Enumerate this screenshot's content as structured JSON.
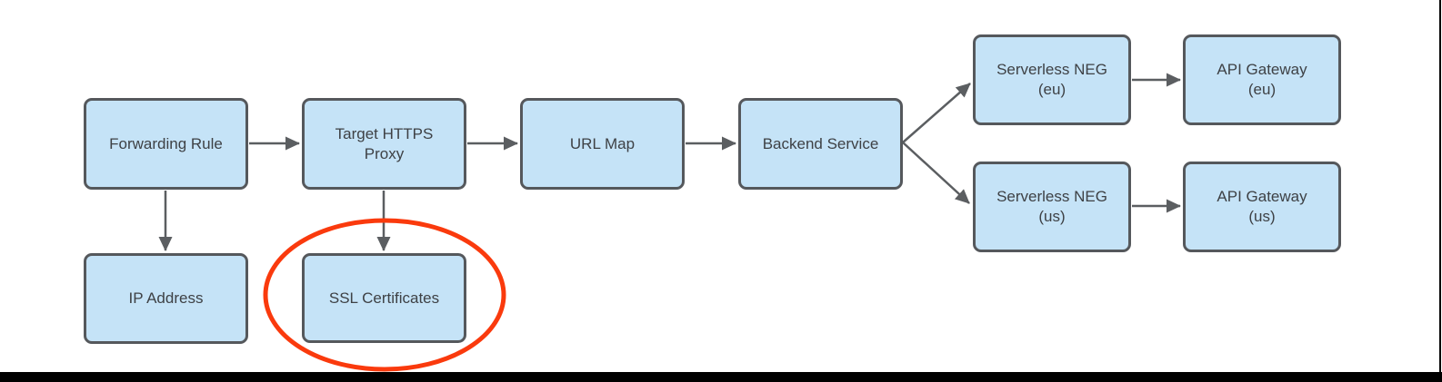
{
  "diagram": {
    "nodes": {
      "forwarding_rule": {
        "label": "Forwarding Rule",
        "lines": [
          "Forwarding Rule"
        ]
      },
      "target_https_proxy": {
        "label": "Target HTTPS Proxy",
        "lines": [
          "Target HTTPS",
          "Proxy"
        ]
      },
      "url_map": {
        "label": "URL Map",
        "lines": [
          "URL Map"
        ]
      },
      "backend_service": {
        "label": "Backend Service",
        "lines": [
          "Backend Service"
        ]
      },
      "serverless_neg_eu": {
        "label": "Serverless NEG (eu)",
        "lines": [
          "Serverless NEG",
          "(eu)"
        ]
      },
      "api_gateway_eu": {
        "label": "API Gateway (eu)",
        "lines": [
          "API Gateway",
          "(eu)"
        ]
      },
      "serverless_neg_us": {
        "label": "Serverless NEG (us)",
        "lines": [
          "Serverless NEG",
          "(us)"
        ]
      },
      "api_gateway_us": {
        "label": "API Gateway (us)",
        "lines": [
          "API Gateway",
          "(us)"
        ]
      },
      "ip_address": {
        "label": "IP Address",
        "lines": [
          "IP Address"
        ]
      },
      "ssl_certificates": {
        "label": "SSL Certificates",
        "lines": [
          "SSL Certificates"
        ]
      }
    },
    "edges": [
      {
        "from": "Forwarding Rule",
        "to": "Target HTTPS Proxy"
      },
      {
        "from": "Target HTTPS Proxy",
        "to": "URL Map"
      },
      {
        "from": "URL Map",
        "to": "Backend Service"
      },
      {
        "from": "Backend Service",
        "to": "Serverless NEG (eu)"
      },
      {
        "from": "Backend Service",
        "to": "Serverless NEG (us)"
      },
      {
        "from": "Serverless NEG (eu)",
        "to": "API Gateway (eu)"
      },
      {
        "from": "Serverless NEG (us)",
        "to": "API Gateway (us)"
      },
      {
        "from": "Forwarding Rule",
        "to": "IP Address"
      },
      {
        "from": "Target HTTPS Proxy",
        "to": "SSL Certificates"
      }
    ],
    "annotation": {
      "type": "ellipse-highlight",
      "around": "SSL Certificates"
    }
  },
  "colors": {
    "background": "#FFFFFF",
    "node_fill": "#C5E3F7",
    "node_border": "#55585C",
    "arrow": "#5B5E61",
    "text": "#3E4145",
    "highlight_ellipse": "#FA3A0D",
    "screen_edge": "#000000"
  }
}
